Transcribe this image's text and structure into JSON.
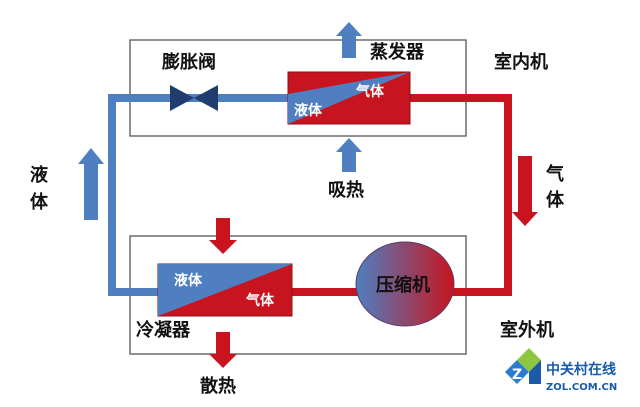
{
  "diagram": {
    "indoor_unit_label": "室内机",
    "outdoor_unit_label": "室外机",
    "evaporator_label": "蒸发器",
    "condenser_label": "冷凝器",
    "expansion_valve_label": "膨胀阀",
    "compressor_label": "压缩机",
    "heat_absorb_label": "吸热",
    "heat_release_label": "散热",
    "liquid_label": "液体",
    "gas_label": "气体",
    "left_flow_label_1": "液",
    "left_flow_label_2": "体",
    "right_flow_label_1": "气",
    "right_flow_label_2": "体"
  },
  "logo": {
    "brand": "中关村在线",
    "domain": "ZOL.COM.CN"
  },
  "colors": {
    "liquid_blue": "#4f7fc0",
    "gas_red": "#c8141e",
    "box_outline": "#555555",
    "valve_navy": "#1f3d6e"
  }
}
